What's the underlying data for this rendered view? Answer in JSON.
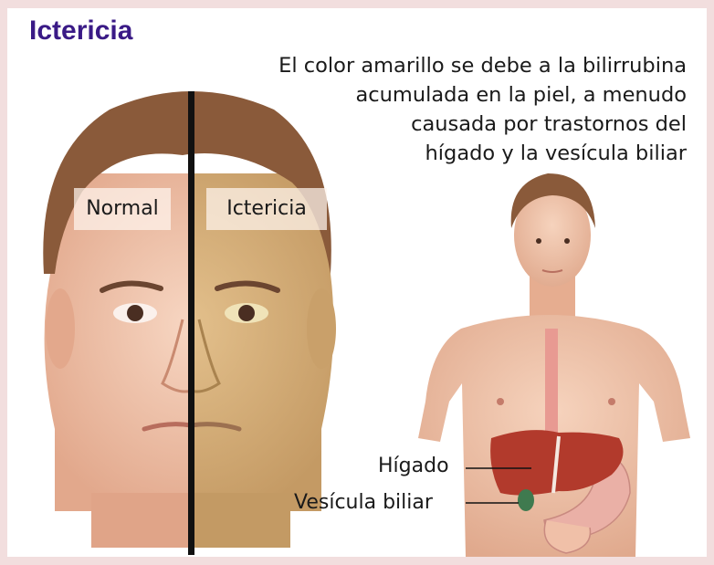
{
  "title": "Ictericia",
  "caption": {
    "lines": [
      "El color amarillo se debe a la bilirrubina",
      "acumulada en la piel, a menudo",
      "causada por trastornos del",
      "hígado y la vesícula biliar"
    ]
  },
  "face_labels": {
    "normal": "Normal",
    "jaundice": "Ictericia"
  },
  "organ_labels": {
    "liver": "Hígado",
    "gallbladder": "Vesícula biliar"
  },
  "colors": {
    "title": "#3a1a86",
    "background": "#f2dede",
    "normal_skin": "#f3c9b0",
    "jaundice_skin": "#d9b47e",
    "hair": "#8a5a3a",
    "liver": "#b23a2c",
    "stomach": "#e8a59a"
  }
}
